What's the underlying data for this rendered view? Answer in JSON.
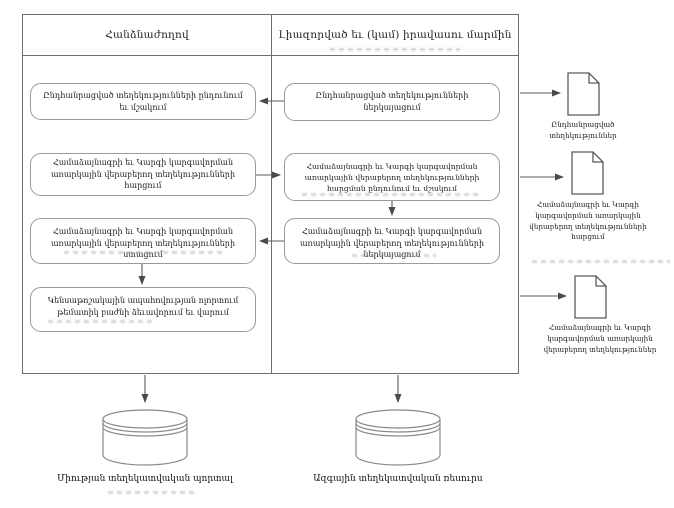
{
  "diagram": {
    "type": "swimlane-flowchart",
    "language": "Armenian",
    "lanes": {
      "left": {
        "title": "Հանձնաժողով"
      },
      "right": {
        "title": "Լիազորված եւ (կամ) իրավասու մարմին"
      }
    },
    "left_boxes": [
      {
        "id": "l1",
        "label": "Ընդհանրացված տեղեկությունների ընդունում եւ մշակում"
      },
      {
        "id": "l2",
        "label": "Համաձայնագրի եւ Կարգի կարգավորման առարկային վերաբերող տեղեկությունների հարցում"
      },
      {
        "id": "l3",
        "label": "Համաձայնագրի եւ Կարգի կարգավորման առարկային վերաբերող տեղեկությունների ստացում"
      },
      {
        "id": "l4",
        "label": "Կենսաթոշակային ապահովության ոլորտում թեմատիկ բաժնի ձեւավորում եւ վարում"
      }
    ],
    "right_boxes": [
      {
        "id": "r1",
        "label": "Ընդհանրացված տեղեկությունների ներկայացում"
      },
      {
        "id": "r2",
        "label": "Համաձայնագրի եւ Կարգի կարգավորման առարկային վերաբերող տեղեկությունների հարցման ընդունում եւ մշակում"
      },
      {
        "id": "r3",
        "label": "Համաձայնագրի եւ Կարգի կարգավորման առարկային վերաբերող տեղեկությունների ներկայացում"
      }
    ],
    "documents": [
      {
        "id": "doc1",
        "icon": "document-icon",
        "label": "Ընդհանրացված տեղեկություններ"
      },
      {
        "id": "doc2",
        "icon": "document-icon",
        "label": "Համաձայնագրի եւ Կարգի կարգավորման առարկային վերաբերող տեղեկությունների հարցում"
      },
      {
        "id": "doc3",
        "icon": "document-icon",
        "label": "Համաձայնագրի եւ Կարգի կարգավորման առարկային վերաբերող տեղեկություններ"
      }
    ],
    "databases": [
      {
        "id": "db1",
        "icon": "database-cylinder-icon",
        "label": "Միության տեղեկատվական պորտալ"
      },
      {
        "id": "db2",
        "icon": "database-cylinder-icon",
        "label": "Ազգային տեղեկատվական ռեսուրս"
      }
    ],
    "edges": [
      {
        "from": "r1",
        "to": "l1"
      },
      {
        "from": "l2",
        "to": "r2"
      },
      {
        "from": "r2",
        "to": "r3"
      },
      {
        "from": "r3",
        "to": "l3"
      },
      {
        "from": "l3",
        "to": "l4"
      },
      {
        "from": "r1",
        "to": "doc1"
      },
      {
        "from": "r2",
        "to": "doc2"
      },
      {
        "from": "r3",
        "to": "doc3"
      },
      {
        "from": "left-lane",
        "to": "db1"
      },
      {
        "from": "right-lane",
        "to": "db2"
      }
    ],
    "colors": {
      "background": "#ffffff",
      "frame_border": "#6e6e6e",
      "box_border": "#9a9a9a",
      "arrow": "#4a4a4a",
      "text": "#1c1c1c"
    }
  }
}
